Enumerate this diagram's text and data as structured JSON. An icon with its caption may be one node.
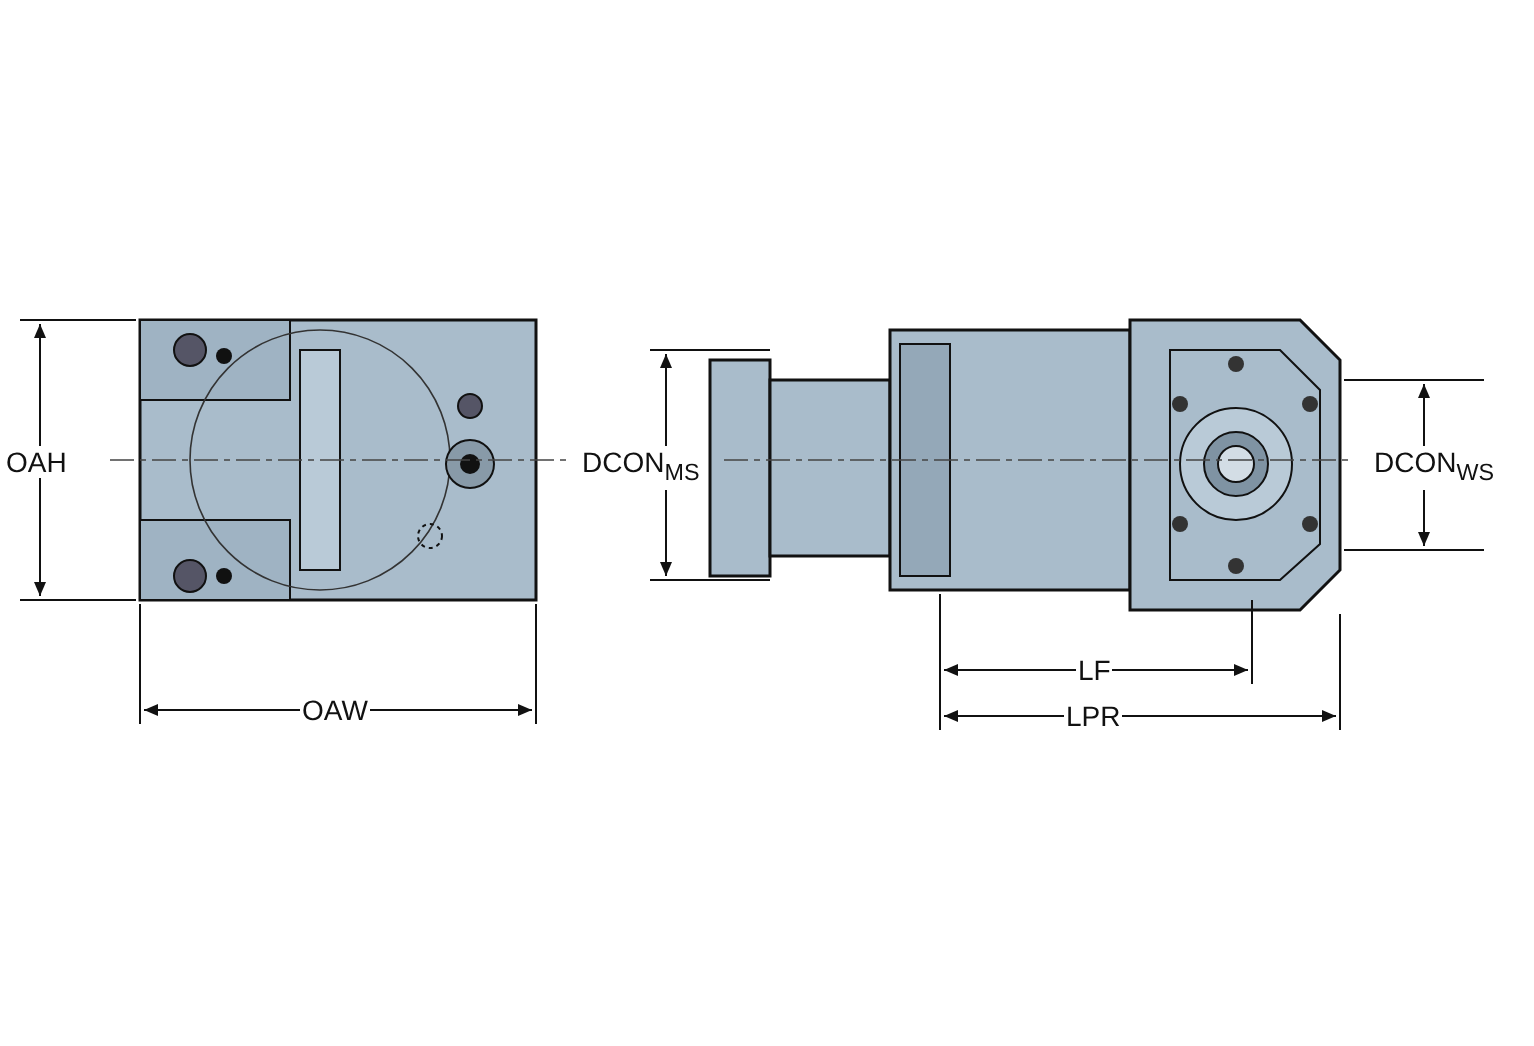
{
  "diagram": {
    "labels": [
      "OAH",
      "OAW",
      "DCON$_{MS}$",
      "LF",
      "LPR",
      "DCON$_{WS}$"
    ]
  }
}
